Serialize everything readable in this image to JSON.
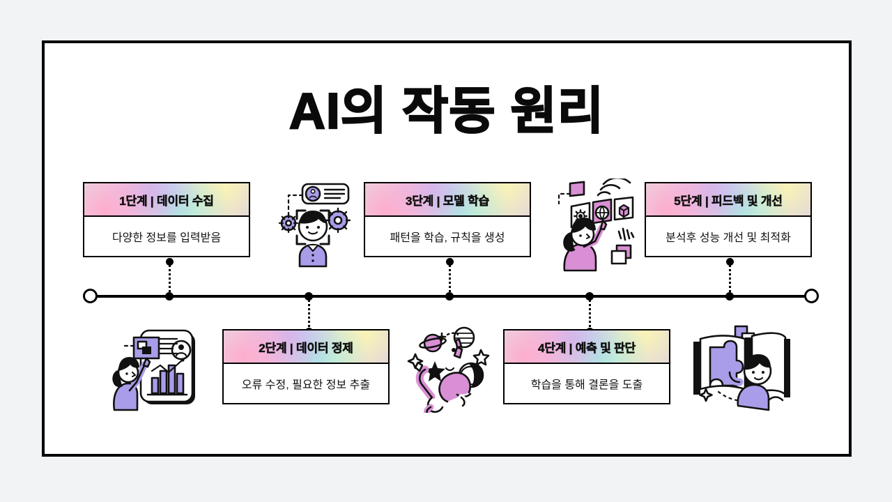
{
  "page": {
    "title": "AI의 작동 원리",
    "background_color": "#f2f3f4",
    "frame_color": "#000000",
    "accent_purple": "#a99ce8",
    "accent_pink": "#d98fd4"
  },
  "timeline": {
    "orientation": "horizontal",
    "left_cap": "circle-outline",
    "right_cap": "circle-outline",
    "node_count": 5
  },
  "steps": [
    {
      "id": "step-1",
      "position": "top",
      "header": "1단계 | 데이터 수집",
      "body": "다양한 정보를 입력받음"
    },
    {
      "id": "step-2",
      "position": "bottom",
      "header": "2단계 | 데이터 정제",
      "body": "오류 수정, 필요한 정보 추출"
    },
    {
      "id": "step-3",
      "position": "top",
      "header": "3단계 | 모델 학습",
      "body": "패턴을 학습, 규칙을 생성"
    },
    {
      "id": "step-4",
      "position": "bottom",
      "header": "4단계 | 예측 및 판단",
      "body": "학습을 통해 결론을 도출"
    },
    {
      "id": "step-5",
      "position": "top",
      "header": "5단계 | 피드백 및 개선",
      "body": "분석후 성능 개선 및 최적화"
    }
  ],
  "illustrations": [
    {
      "id": "illus-1",
      "name": "face-scan-person-icon",
      "caption_step": "1단계"
    },
    {
      "id": "illus-2",
      "name": "data-chart-phone-person-icon",
      "caption_step": "2단계"
    },
    {
      "id": "illus-3",
      "name": "woman-touch-panels-icon",
      "caption_step": "3단계"
    },
    {
      "id": "illus-4",
      "name": "astronaut-space-icon",
      "caption_step": "4단계"
    },
    {
      "id": "illus-5",
      "name": "puzzle-piece-person-icon",
      "caption_step": "5단계"
    }
  ]
}
